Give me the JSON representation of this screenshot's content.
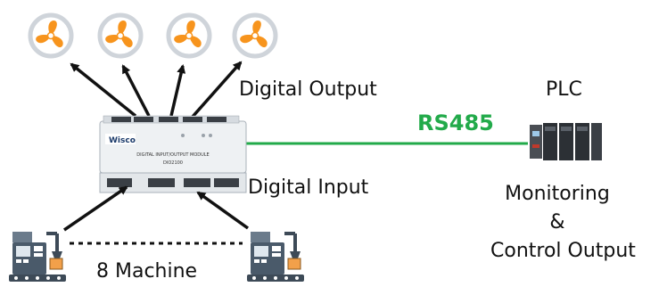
{
  "labels": {
    "digital_output": "Digital Output",
    "plc": "PLC",
    "rs485": "RS485",
    "digital_input": "Digital Input",
    "monitoring_line1": "Monitoring",
    "monitoring_line2": "&",
    "monitoring_line3": "Control Output",
    "machines": "8 Machine"
  },
  "module": {
    "brand": "Wisco",
    "title": "DIGITAL INPUT/OUTPUT MODULE",
    "model": "DIO2100"
  },
  "colors": {
    "fan_orange": "#f7941d",
    "fan_ring": "#cfd4da",
    "rs485_green": "#22aa4a",
    "arrow": "#111111"
  },
  "icons": {
    "output_devices": [
      "fan-icon",
      "fan-icon",
      "fan-icon",
      "fan-icon"
    ],
    "input_devices": [
      "machine-icon",
      "machine-icon"
    ],
    "controller": "plc-icon"
  }
}
